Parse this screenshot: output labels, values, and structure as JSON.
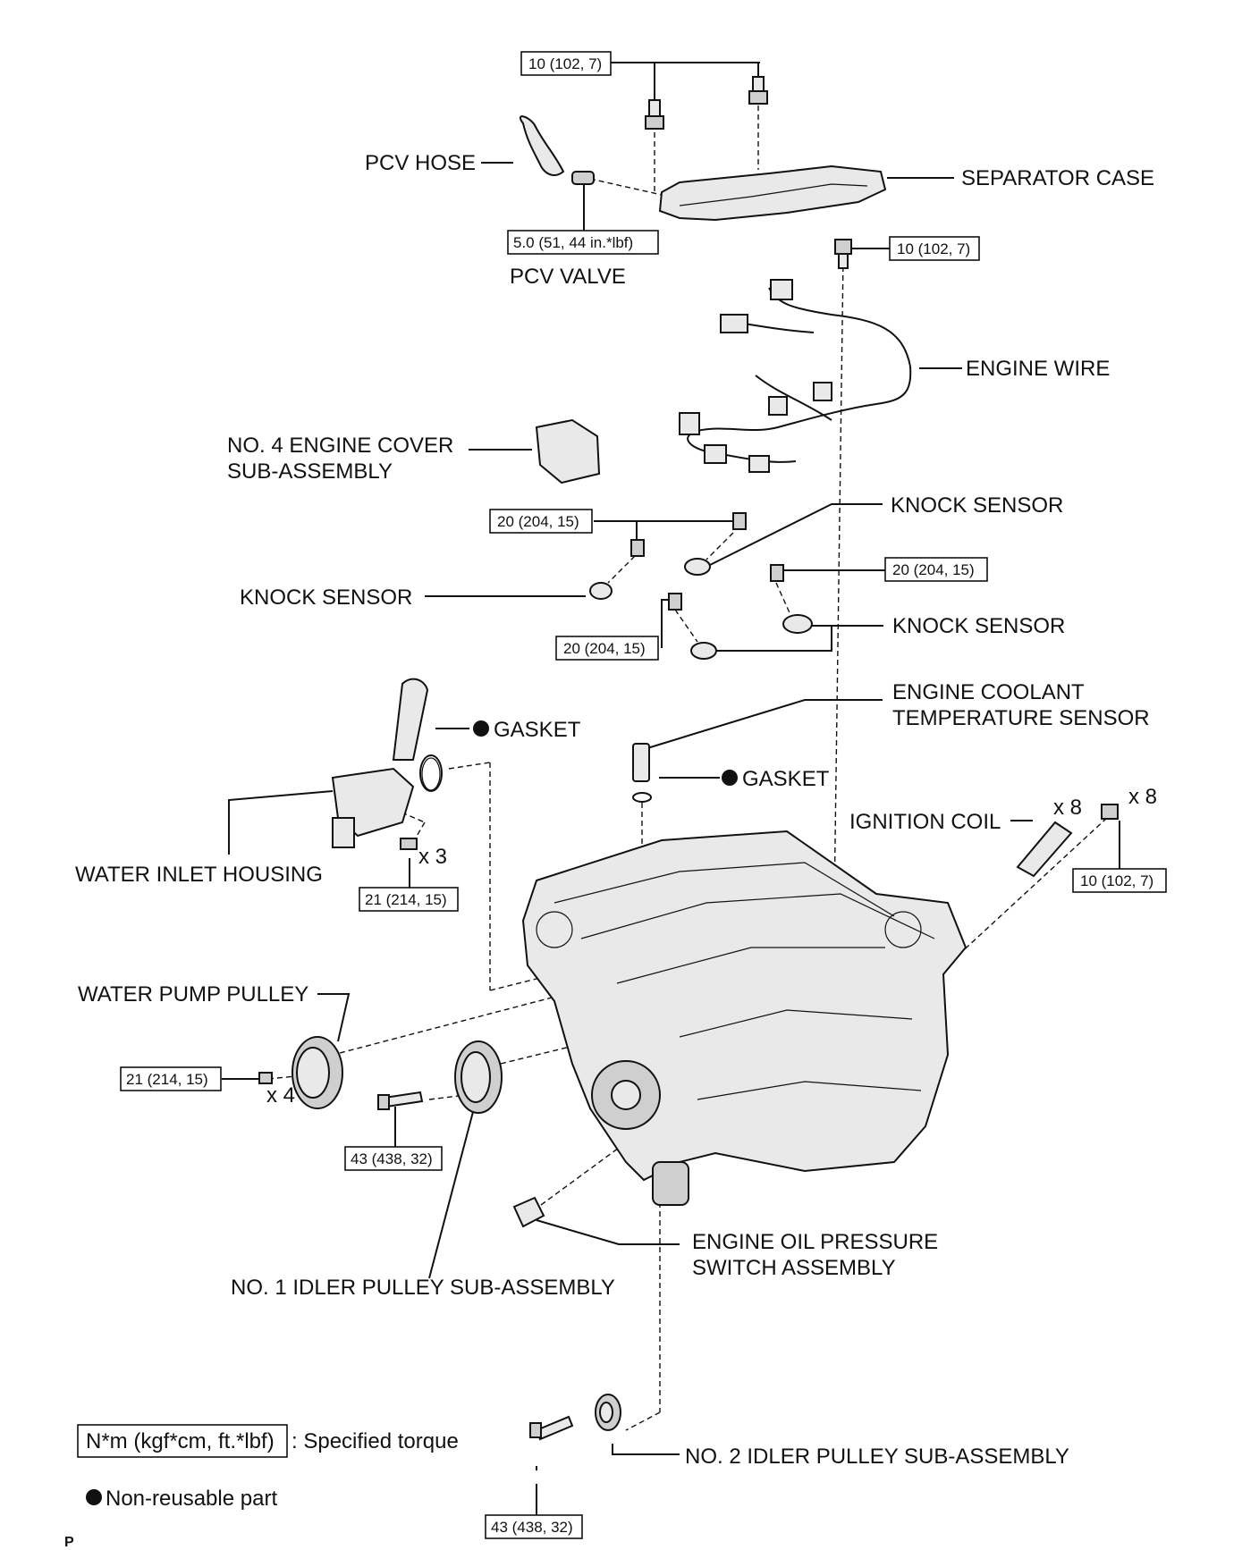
{
  "labels": {
    "pcv_hose": "PCV HOSE",
    "separator_case": "SEPARATOR CASE",
    "pcv_valve": "PCV VALVE",
    "engine_wire": "ENGINE WIRE",
    "no4_cover_1": "NO. 4 ENGINE COVER",
    "no4_cover_2": "SUB-ASSEMBLY",
    "knock_sensor": "KNOCK SENSOR",
    "ect_sensor_1": "ENGINE COOLANT",
    "ect_sensor_2": "TEMPERATURE SENSOR",
    "gasket": "GASKET",
    "ignition_coil": "IGNITION COIL",
    "water_inlet_housing": "WATER INLET HOUSING",
    "water_pump_pulley": "WATER PUMP PULLEY",
    "no1_idler_pulley": "NO. 1 IDLER PULLEY SUB-ASSEMBLY",
    "oil_pressure_switch_1": "ENGINE OIL PRESSURE",
    "oil_pressure_switch_2": "SWITCH ASSEMBLY",
    "no2_idler_pulley": "NO. 2 IDLER PULLEY SUB-ASSEMBLY"
  },
  "quantities": {
    "x3": "x 3",
    "x4": "x 4",
    "x8_coil": "x 8",
    "x8_bolt": "x 8"
  },
  "torques": {
    "separator_bolts": "10 (102, 7)",
    "pcv_valve": "5.0 (51, 44 in.*lbf)",
    "engine_wire_bolt": "10 (102, 7)",
    "knock_sensor_1": "20 (204, 15)",
    "knock_sensor_2": "20 (204, 15)",
    "knock_sensor_3": "20 (204, 15)",
    "water_inlet_bolts": "21 (214, 15)",
    "ignition_coil_bolts": "10 (102, 7)",
    "water_pump_pulley_bolts": "21 (214, 15)",
    "no1_idler_bolt": "43 (438, 32)",
    "no2_idler_bolt": "43 (438, 32)"
  },
  "legend": {
    "torque_unit": "N*m (kgf*cm, ft.*lbf)",
    "torque_desc": ": Specified torque",
    "nonreusable_desc": "Non-reusable part"
  },
  "page_mark": "P"
}
